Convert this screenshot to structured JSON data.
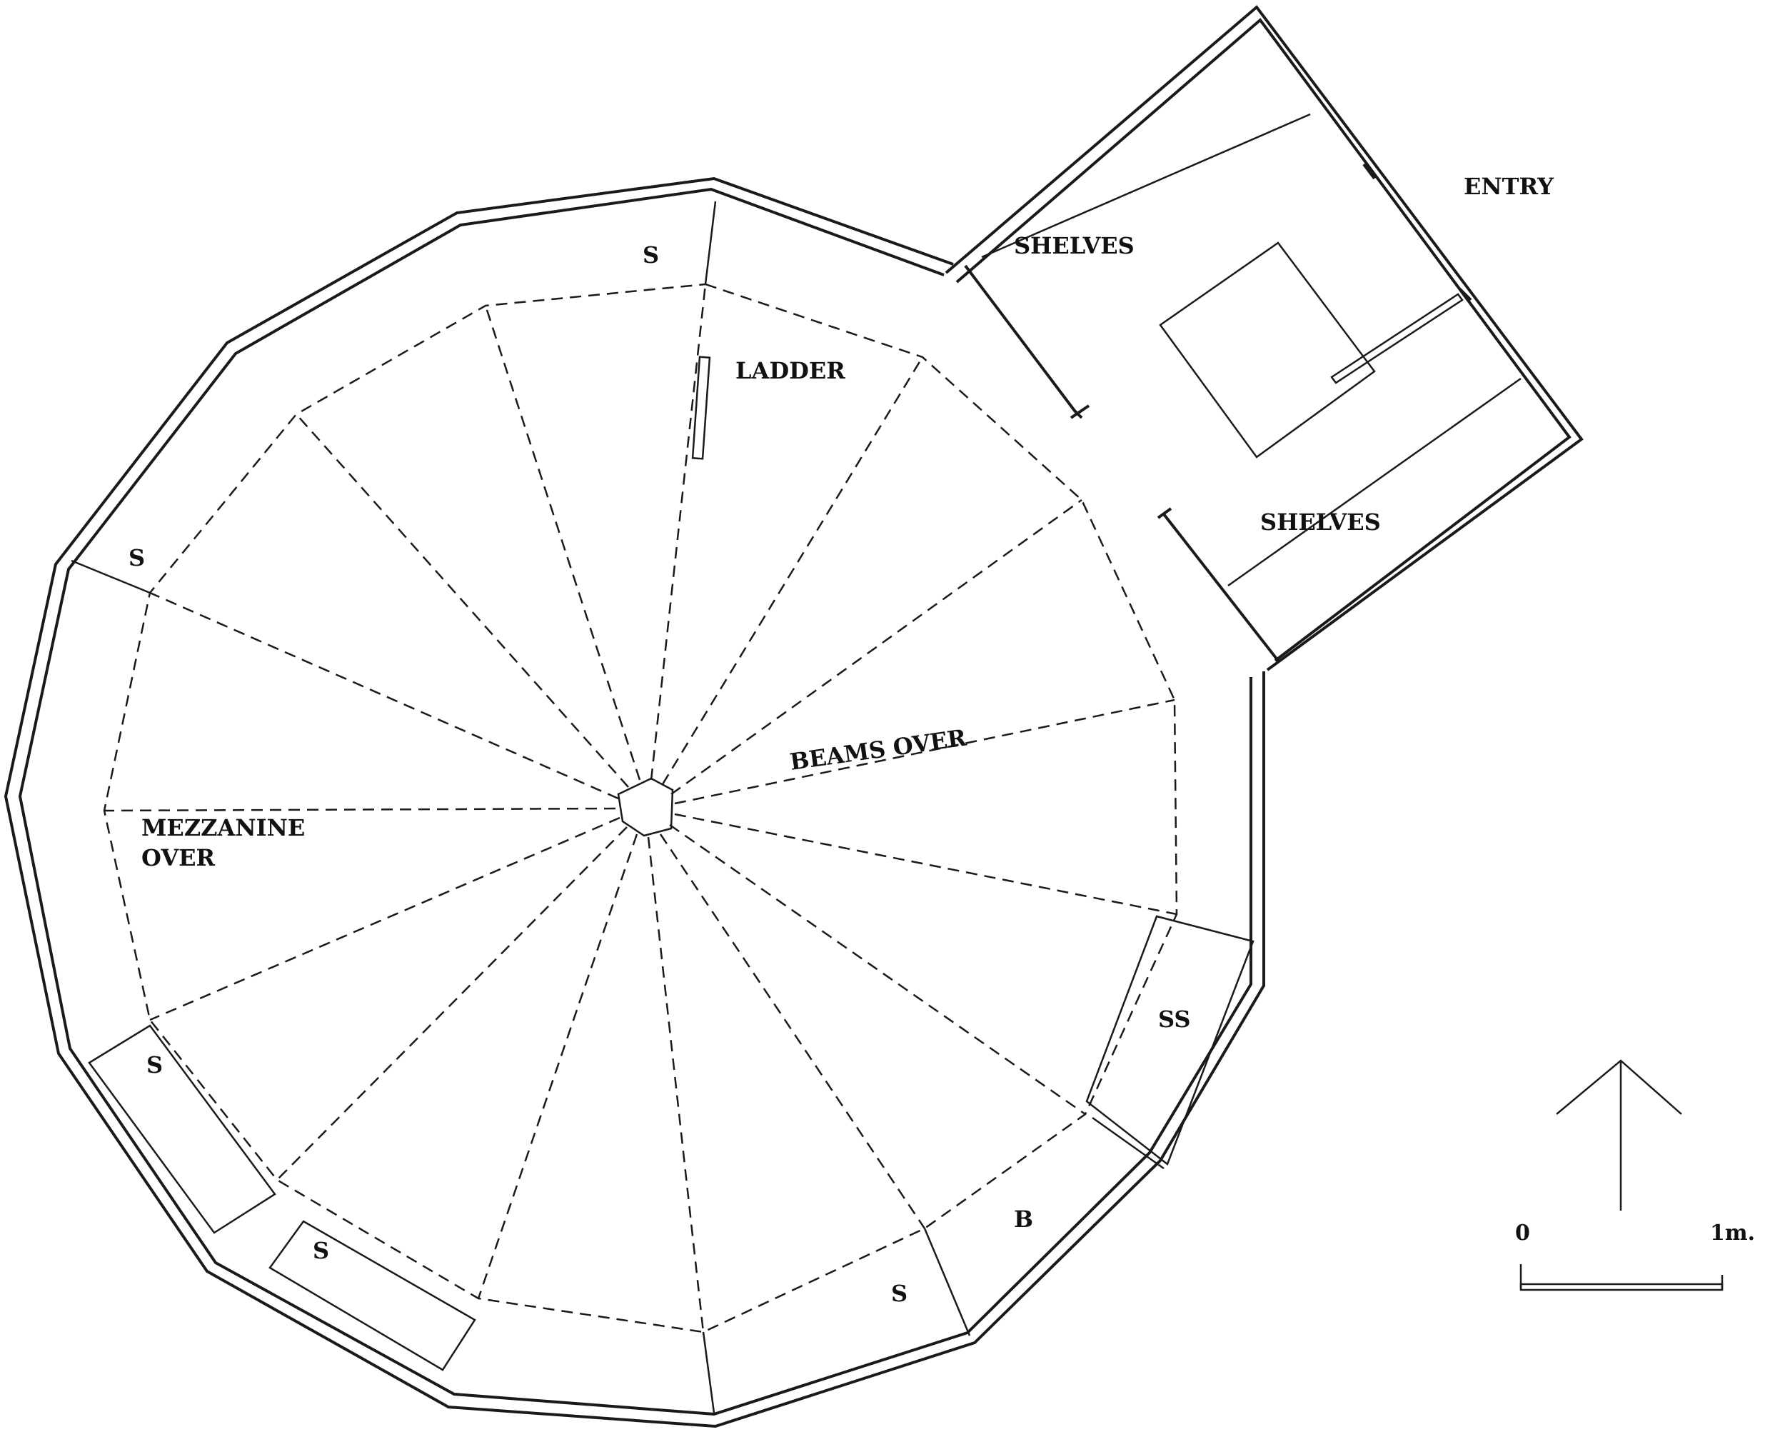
{
  "labels": {
    "entry": "ENTRY",
    "shelves_top": "SHELVES",
    "shelves_bottom": "SHELVES",
    "ladder": "LADDER",
    "beams_over": "BEAMS OVER",
    "mezzanine_line1": "MEZZANINE",
    "mezzanine_line2": "OVER",
    "s_top": "S",
    "s_left": "S",
    "s_lower_left": "S",
    "s_bottom_left": "S",
    "s_bottom": "S",
    "ss": "SS",
    "b": "B"
  },
  "scale": {
    "start": "0",
    "end": "1m."
  },
  "north_arrow_icon": "north-arrow-icon"
}
